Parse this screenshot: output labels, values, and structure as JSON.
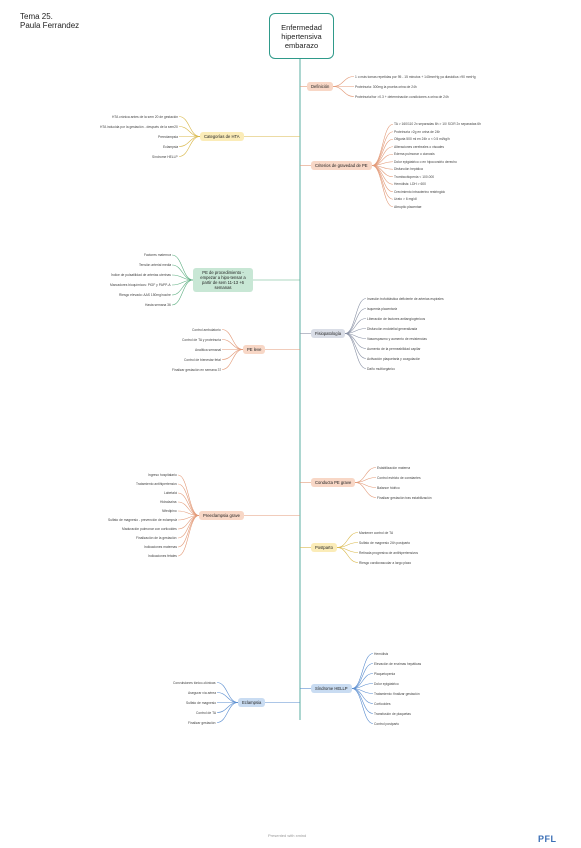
{
  "header": {
    "line1": "Tema 25.",
    "line2": "Paula Ferrandez"
  },
  "root": {
    "title": "Enfermedad hipertensiva embarazo"
  },
  "branches": [
    {
      "id": "definicion",
      "label": "Definición",
      "color": "peach",
      "items": [
        "1 o más tomas repetidas por 95 - 15 minutos + 140mmHg ya diastolica >90 mmHg",
        "Proteinuria: 300mg la prueba orina de 24h",
        "Proteinuria/hcr >0.3 + determinación condiciones a orina de 24h"
      ]
    },
    {
      "id": "categorias",
      "label": "Categorías de HTA",
      "color": "yellow",
      "items": [
        "HTA crónica antes de la sem 20 de gestación",
        "HTA inducida por la gestación - después de la sem20",
        "Preeclampsia",
        "Eclampsia",
        "Síndrome HELLP"
      ]
    },
    {
      "id": "gravedad",
      "label": "Criterios de gravedad de PE",
      "color": "peach",
      "items": [
        "TA > 160/110 2x separadas 6h > 10/ SCIR 2x separadas 6h",
        "Proteinuria >2g en orina de 24h",
        "Oliguria 500 ml en 24h o < 0.5 ml/kg/h",
        "Alteraciones cerebrales o visuales",
        "Edema pulmonar o cianosis",
        "Dolor epigástrico o en hipocondrio derecho",
        "Disfunción hepática",
        "Trombocitopenia < 100.000",
        "Hemólisis: LDH > 600",
        "Crecimiento intrauterino restringido",
        "Urato > 6 mg/dl",
        "Abruptio placentae"
      ]
    },
    {
      "id": "cribado",
      "label": "PE de procedimiento - empezar a hipo-tensar a partir de sem 11-13 +6 semanas",
      "color": "green",
      "items": [
        "Factores maternos",
        "Tensión arterial media",
        "Índice de pulsatilidad de arterias uterinas",
        "Marcadores bioquímicos: PlGF y PAPP-A",
        "Riesgo elevado: AAS 150mg/noche",
        "Hasta semana 36"
      ]
    },
    {
      "id": "fisiopatologia",
      "label": "Fisiopatología",
      "color": "gray",
      "items": [
        "Invasión trofoblástica deficiente de arterias espirales",
        "Isquemia placentaria",
        "Liberación de factores antiangiogénicos",
        "Disfunción endotelial generalizada",
        "Vasoespasmo y aumento de resistencias",
        "Aumento de la permeabilidad capilar",
        "Activación plaquetaria y coagulación",
        "Daño multiorgánico"
      ]
    },
    {
      "id": "pe_leve",
      "label": "PE leve",
      "color": "peach",
      "items": [
        "Control ambulatorio",
        "Control de TA y proteinuria",
        "Analítica semanal",
        "Control de bienestar fetal",
        "Finalizar gestación en semana 37"
      ]
    },
    {
      "id": "pe_grave",
      "label": "Preeclampsia grave",
      "color": "peach",
      "items": [
        "Ingreso hospitalario",
        "Tratamiento antihipertensivo",
        "Labetalol",
        "Hidralazina",
        "Nifedipino",
        "Sulfato de magnesio - prevención de eclampsia",
        "Maduración pulmonar con corticoides",
        "Finalización de la gestación",
        "Indicaciones maternas",
        "Indicaciones fetales"
      ]
    },
    {
      "id": "conducta",
      "label": "Conducta PE grave",
      "color": "peach",
      "items": [
        "Estabilización materna",
        "Control estricto de constantes",
        "Balance hídrico",
        "Finalizar gestación tras estabilización"
      ]
    },
    {
      "id": "postparto",
      "label": "Postparto",
      "color": "yellow",
      "items": [
        "Mantener control de TA",
        "Sulfato de magnesio 24h postparto",
        "Retirada progresiva de antihipertensivos",
        "Riesgo cardiovascular a largo plazo"
      ]
    },
    {
      "id": "eclampsia",
      "label": "Eclampsia",
      "color": "blue",
      "items": [
        "Convulsiones tónico-clónicas",
        "Asegurar vía aérea",
        "Sulfato de magnesio",
        "Control de TA",
        "Finalizar gestación"
      ]
    },
    {
      "id": "hellp",
      "label": "Síndrome HELLP",
      "color": "blue",
      "items": [
        "Hemólisis",
        "Elevación de enzimas hepáticas",
        "Plaquetopenia",
        "Dolor epigástrico",
        "Tratamiento: finalizar gestación",
        "Corticoides",
        "Transfusión de plaquetas",
        "Control postparto"
      ]
    }
  ],
  "footer": {
    "text": "Presented with xmind",
    "logo": "PFL"
  }
}
